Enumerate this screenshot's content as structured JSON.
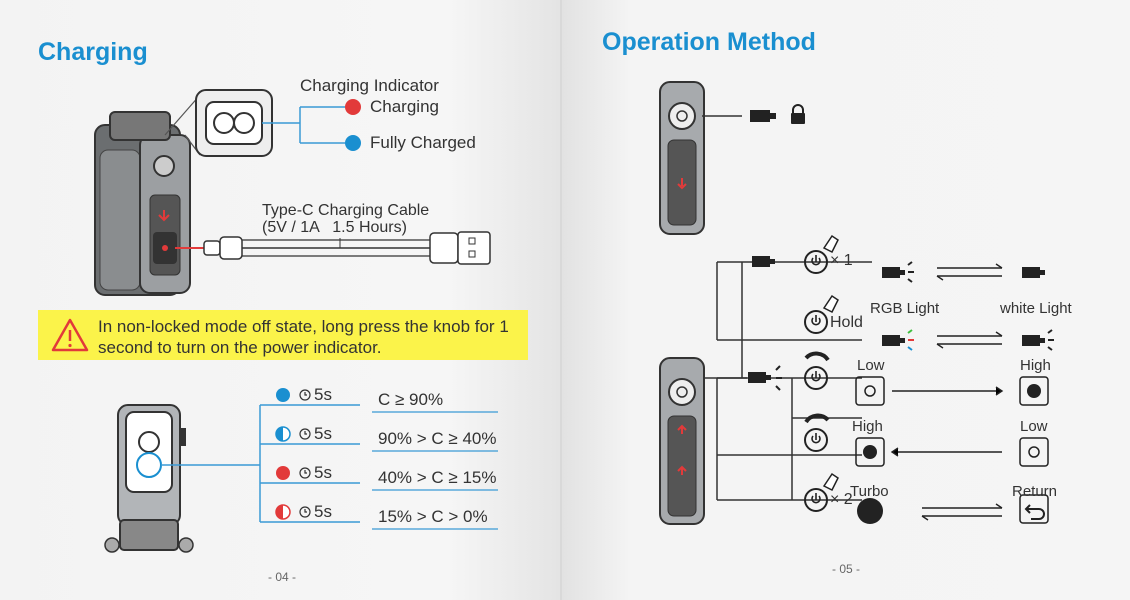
{
  "left_page": {
    "title": "Charging",
    "charging_indicator": {
      "heading": "Charging Indicator",
      "items": [
        {
          "label": "Charging",
          "color": "#e23a3a"
        },
        {
          "label": "Fully Charged",
          "color": "#1a8fd0"
        }
      ]
    },
    "cable": {
      "line1": "Type-C Charging Cable",
      "line2": "(5V / 1A   1.5 Hours)"
    },
    "warning": "In non-locked mode off state, long press the knob for 1 second to turn on the power indicator.",
    "battery_levels": [
      {
        "icon": "full-blue-dot",
        "color": "#1a8fd0",
        "time": "5s",
        "range": "C ≥ 90%"
      },
      {
        "icon": "half-blue-dot",
        "color": "#1a8fd0",
        "time": "5s",
        "range": "90% > C ≥ 40%"
      },
      {
        "icon": "full-red-dot",
        "color": "#e23a3a",
        "time": "5s",
        "range": "40% > C ≥ 15%"
      },
      {
        "icon": "half-red-dot",
        "color": "#e23a3a",
        "time": "5s",
        "range": "15% > C > 0%"
      }
    ],
    "page_number": "- 04 -"
  },
  "right_page": {
    "title": "Operation Method",
    "labels": {
      "times1": "× 1",
      "hold": "Hold",
      "times2": "× 2",
      "rgb_light": "RGB Light",
      "white_light": "white Light",
      "low_a": "Low",
      "high_a": "High",
      "high_b": "High",
      "low_b": "Low",
      "turbo": "Turbo",
      "return": "Return"
    },
    "page_number": "- 05 -"
  },
  "colors": {
    "accent": "#1a8fd0",
    "red": "#e23a3a",
    "warning_bg": "#fbf34a"
  }
}
